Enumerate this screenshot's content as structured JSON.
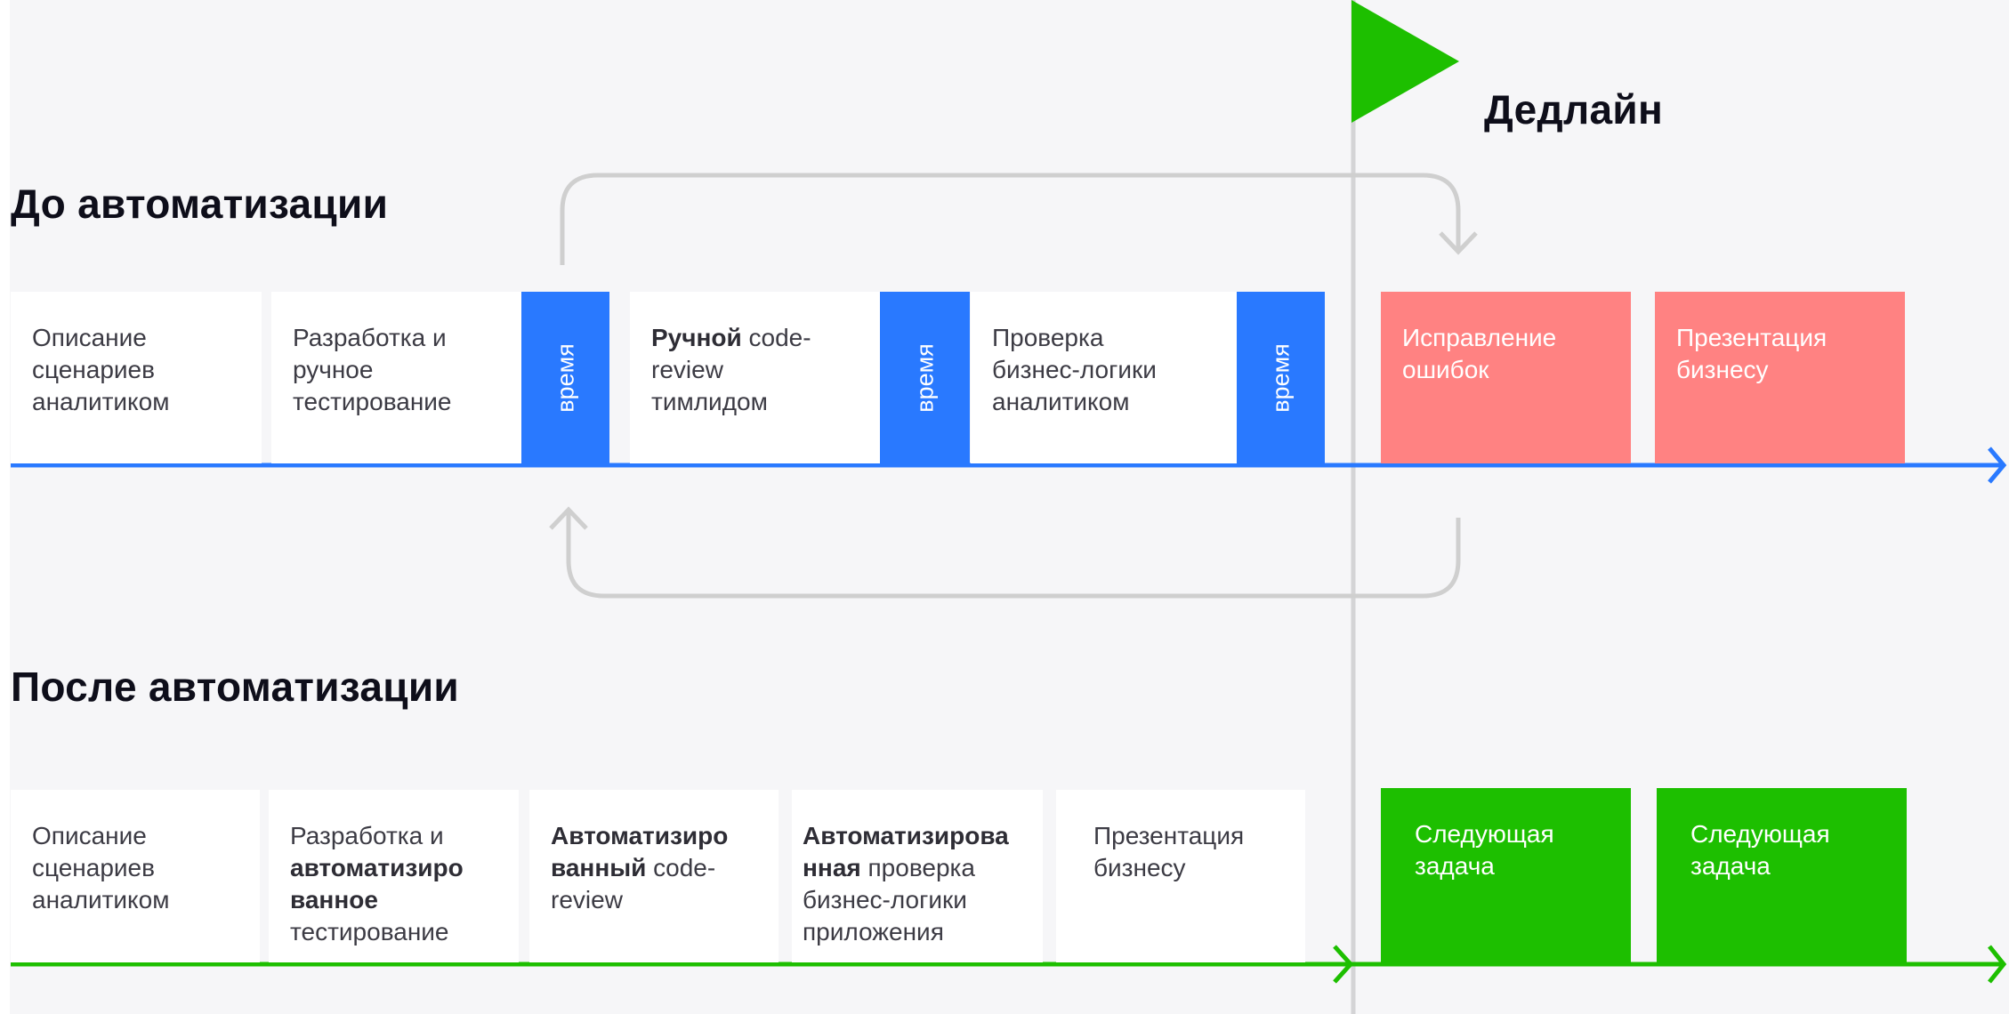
{
  "deadline_label": "Дедлайн",
  "colors": {
    "blue": "#2979ff",
    "pink": "#ff8282",
    "green": "#1dbf00",
    "gray": "#cfcfcf"
  },
  "before": {
    "title": "До автоматизации",
    "time_label": "время",
    "boxes": [
      {
        "lines": [
          {
            "t": "Описание"
          },
          {
            "t": "сценариев"
          },
          {
            "t": "аналитиком"
          }
        ]
      },
      {
        "lines": [
          {
            "t": "Разработка и"
          },
          {
            "t": "ручное"
          },
          {
            "t": "тестирование"
          }
        ]
      },
      {
        "lines": [
          {
            "b": "Ручной",
            "t": " code-"
          },
          {
            "t": "review"
          },
          {
            "t": "тимлидом"
          }
        ]
      },
      {
        "lines": [
          {
            "t": "Проверка"
          },
          {
            "t": "бизнес-логики"
          },
          {
            "t": "аналитиком"
          }
        ]
      },
      {
        "lines": [
          {
            "t": "Исправление"
          },
          {
            "t": "ошибок"
          }
        ]
      },
      {
        "lines": [
          {
            "t": "Презентация"
          },
          {
            "t": "бизнесу"
          }
        ]
      }
    ]
  },
  "after": {
    "title": "После автоматизации",
    "boxes": [
      {
        "lines": [
          {
            "t": "Описание"
          },
          {
            "t": "сценариев"
          },
          {
            "t": "аналитиком"
          }
        ]
      },
      {
        "lines": [
          {
            "t": "Разработка и"
          },
          {
            "b": "автоматизиро"
          },
          {
            "b": "ванное"
          },
          {
            "t": "тестирование"
          }
        ]
      },
      {
        "lines": [
          {
            "b": "Автоматизиро"
          },
          {
            "b": "ванный",
            "t": " code-"
          },
          {
            "t": "review"
          }
        ]
      },
      {
        "lines": [
          {
            "b": "Автоматизирова"
          },
          {
            "b": "нная",
            "t": " проверка"
          },
          {
            "t": "бизнес-логики"
          },
          {
            "t": "приложения"
          }
        ]
      },
      {
        "lines": [
          {
            "t": "Презентация"
          },
          {
            "t": "бизнесу"
          }
        ]
      },
      {
        "lines": [
          {
            "t": "Следующая"
          },
          {
            "t": "задача"
          }
        ]
      },
      {
        "lines": [
          {
            "t": "Следующая"
          },
          {
            "t": "задача"
          }
        ]
      }
    ]
  }
}
